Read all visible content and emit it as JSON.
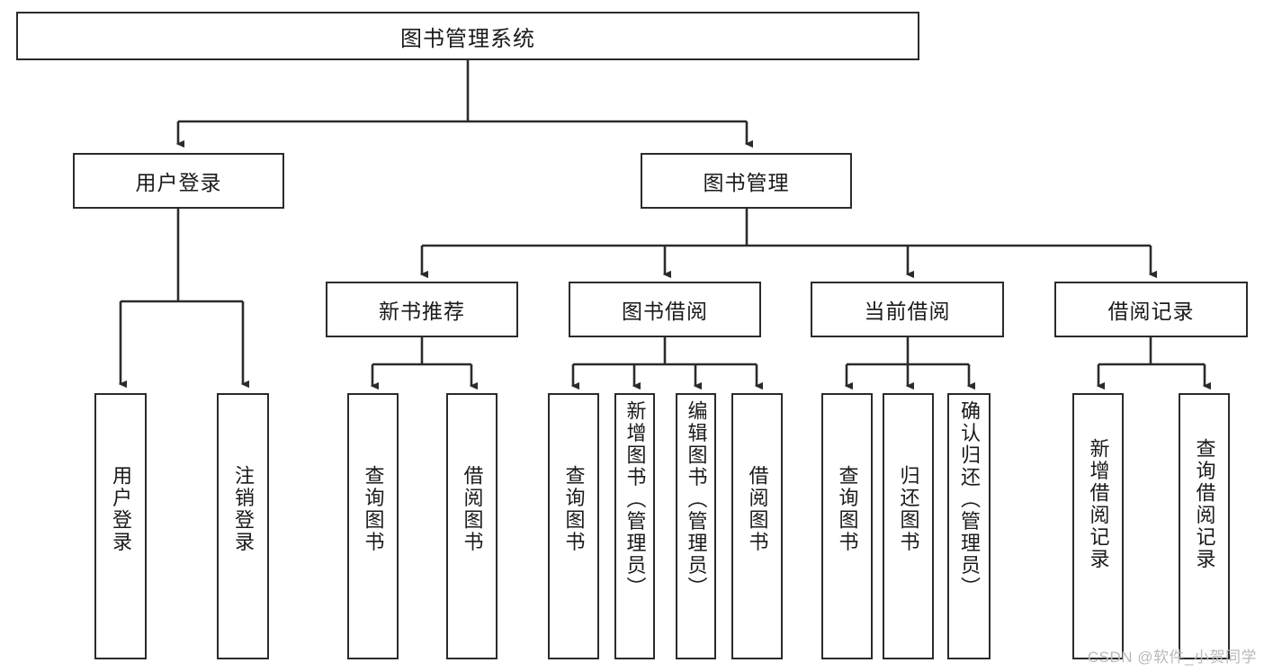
{
  "diagram": {
    "title": "图书管理系统",
    "type": "tree-hierarchy",
    "watermark": "CSDN @软件_小贺同学",
    "colors": {
      "stroke": "#2b2b2b",
      "fill": "#ffffff",
      "text": "#1a1a1a",
      "watermark": "#b9b9b9"
    },
    "root": {
      "label": "图书管理系统"
    },
    "level2": [
      {
        "label": "用户登录"
      },
      {
        "label": "图书管理"
      }
    ],
    "level3": [
      {
        "label": "新书推荐"
      },
      {
        "label": "图书借阅"
      },
      {
        "label": "当前借阅"
      },
      {
        "label": "借阅记录"
      }
    ],
    "leaves": {
      "user_login": [
        {
          "label": "用户登录"
        },
        {
          "label": "注销登录"
        }
      ],
      "new_book": [
        {
          "label": "查询图书"
        },
        {
          "label": "借阅图书"
        }
      ],
      "borrow_book": [
        {
          "label": "查询图书"
        },
        {
          "label": "新增图书（管理员）"
        },
        {
          "label": "编辑图书（管理员）"
        },
        {
          "label": "借阅图书"
        }
      ],
      "current_borrow": [
        {
          "label": "查询图书"
        },
        {
          "label": "归还图书"
        },
        {
          "label": "确认归还（管理员）"
        }
      ],
      "borrow_record": [
        {
          "label": "新增借阅记录"
        },
        {
          "label": "查询借阅记录"
        }
      ]
    }
  }
}
